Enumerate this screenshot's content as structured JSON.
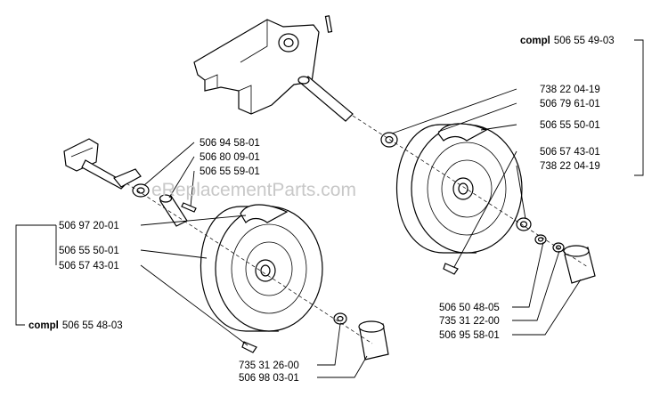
{
  "watermark": "eReplacementParts.com",
  "colors": {
    "line": "#000000",
    "watermark": "#c8c8c8",
    "background": "#ffffff"
  },
  "assemblies": {
    "right": {
      "compl_prefix": "compl",
      "compl_number": "506 55 49-03",
      "upper_parts": [
        "738 22 04-19",
        "506 79 61-01",
        "506 55 50-01",
        "506 57 43-01",
        "738 22 04-19"
      ],
      "lower_parts": [
        "506 50 48-05",
        "735 31 22-00",
        "506 95 58-01"
      ]
    },
    "left": {
      "compl_prefix": "compl",
      "compl_number": "506 55 48-03",
      "upper_parts": [
        "506 94 58-01",
        "506 80 09-01",
        "506 55 59-01"
      ],
      "wheel_parts": [
        "506 97 20-01",
        "506 55 50-01",
        "506 57 43-01"
      ],
      "lower_parts": [
        "735 31 26-00",
        "506 98 03-01"
      ]
    }
  }
}
